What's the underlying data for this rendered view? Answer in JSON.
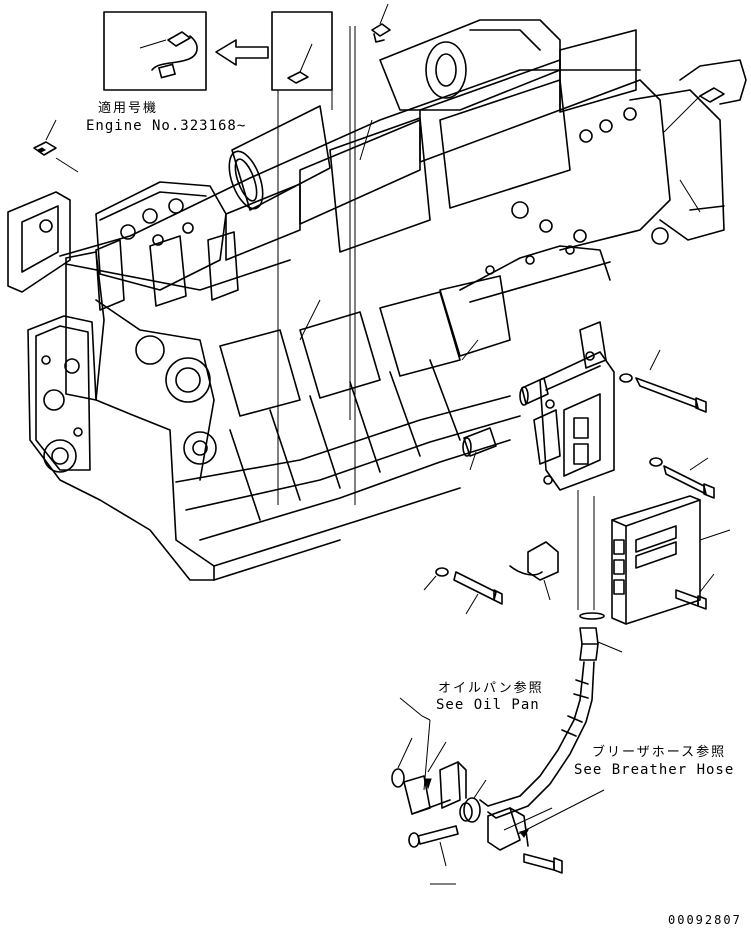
{
  "labels": {
    "applicable_jp": "適用号機",
    "engine_no": "Engine No.323168~",
    "oil_pan_jp": "オイルパン参照",
    "oil_pan_en": "See Oil Pan",
    "breather_jp": "ブリーザホース参照",
    "breather_en": "See Breather Hose",
    "drawing_number": "00092807"
  }
}
